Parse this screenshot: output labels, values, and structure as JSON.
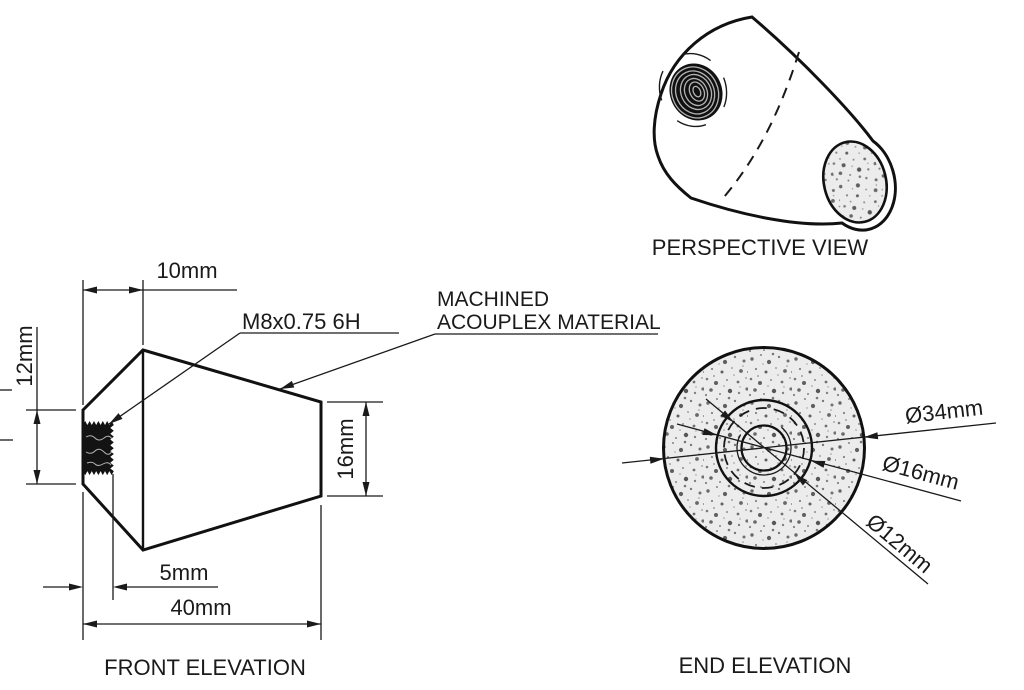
{
  "views": {
    "perspective": {
      "label": "PERSPECTIVE VIEW"
    },
    "front": {
      "label": "FRONT ELEVATION",
      "thread_callout": "M8x0.75 6H",
      "dimensions": {
        "taper_length": "10mm",
        "small_end_diameter": "12mm",
        "large_end_diameter": "16mm",
        "thread_depth": "5mm",
        "overall_length": "40mm"
      }
    },
    "end": {
      "label": "END ELEVATION",
      "dimensions": {
        "outer_diameter": "Ø34mm",
        "bore_diameter": "Ø16mm",
        "hidden_diameter": "Ø12mm"
      }
    }
  },
  "material_note": {
    "line1": "MACHINED",
    "line2": "ACOUPLEX MATERIAL"
  },
  "colors": {
    "line": "#1a1a1a",
    "part_fill": "#ececec",
    "background": "#ffffff"
  }
}
